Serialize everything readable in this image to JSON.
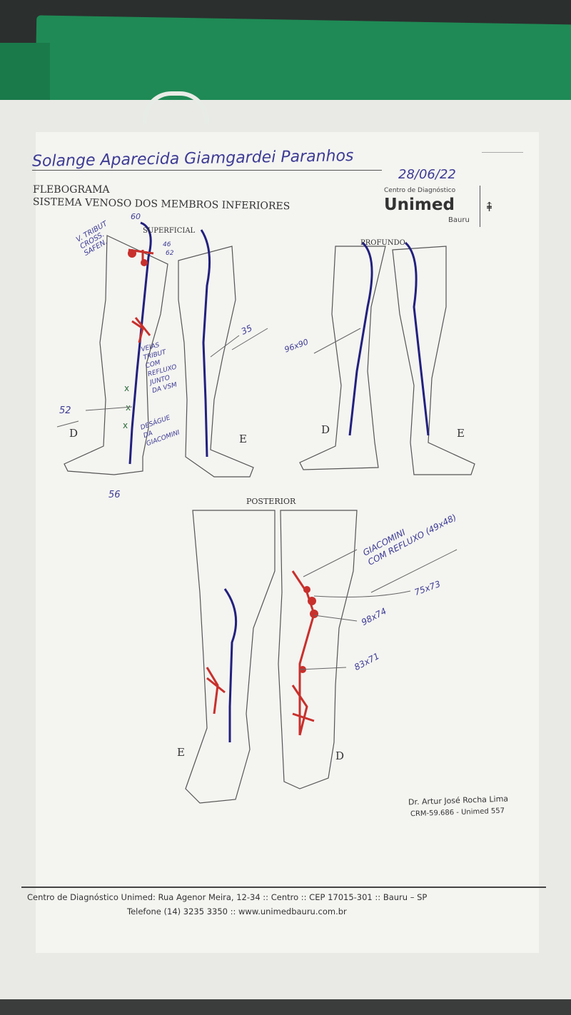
{
  "header": {
    "patient_name": "Solange Aparecida Giamgardei Paranhos",
    "date": "28/06/22",
    "title": "FLEBOGRAMA",
    "subtitle": "SISTEMA VENOSO DOS MEMBROS INFERIORES",
    "logo": {
      "top": "Centro de Diagnóstico",
      "brand": "Unimed",
      "city": "Bauru"
    }
  },
  "diagrams": {
    "superficial_label": "SUPERFICIAL",
    "profundo_label": "PROFUNDO",
    "posterior_label": "POSTERIOR",
    "side_right": "D",
    "side_left": "E"
  },
  "annotations": {
    "v_tribut": [
      "V. TRIBUT",
      "CROSS.",
      "SAFEN."
    ],
    "n60": "60",
    "n46": "46",
    "n62": "62",
    "veias": [
      "VEIAS",
      "TRIBUT",
      "COM",
      "REFLUXO",
      "JUNTO",
      "DA VSM"
    ],
    "desague": [
      "DESÁGUE",
      "DA",
      "GIACOMINI"
    ],
    "n35": "35",
    "n52": "52",
    "n56": "56",
    "n96x90": "96x90",
    "giacomini": [
      "GIACOMINI",
      "COM REFLUXO (49x48)"
    ],
    "n75x73": "75x73",
    "n98x74": "98x74",
    "n83x71": "83x71"
  },
  "signature": {
    "name": "Dr. Artur José Rocha Lima",
    "crm": "CRM-59.686 - Unimed 557"
  },
  "footer": {
    "address": "Centro de Diagnóstico Unimed: Rua Agenor Meira, 12-34 :: Centro :: CEP 17015-301 :: Bauru – SP",
    "phone": "Telefone (14) 3235 3350 :: www.unimedbauru.com.br"
  },
  "colors": {
    "ink_blue": "#3d3b94",
    "vein_blue": "#22207e",
    "reflux_red": "#c8302c",
    "green_mark": "#2d6b3a",
    "folder": "#1f8a55"
  }
}
